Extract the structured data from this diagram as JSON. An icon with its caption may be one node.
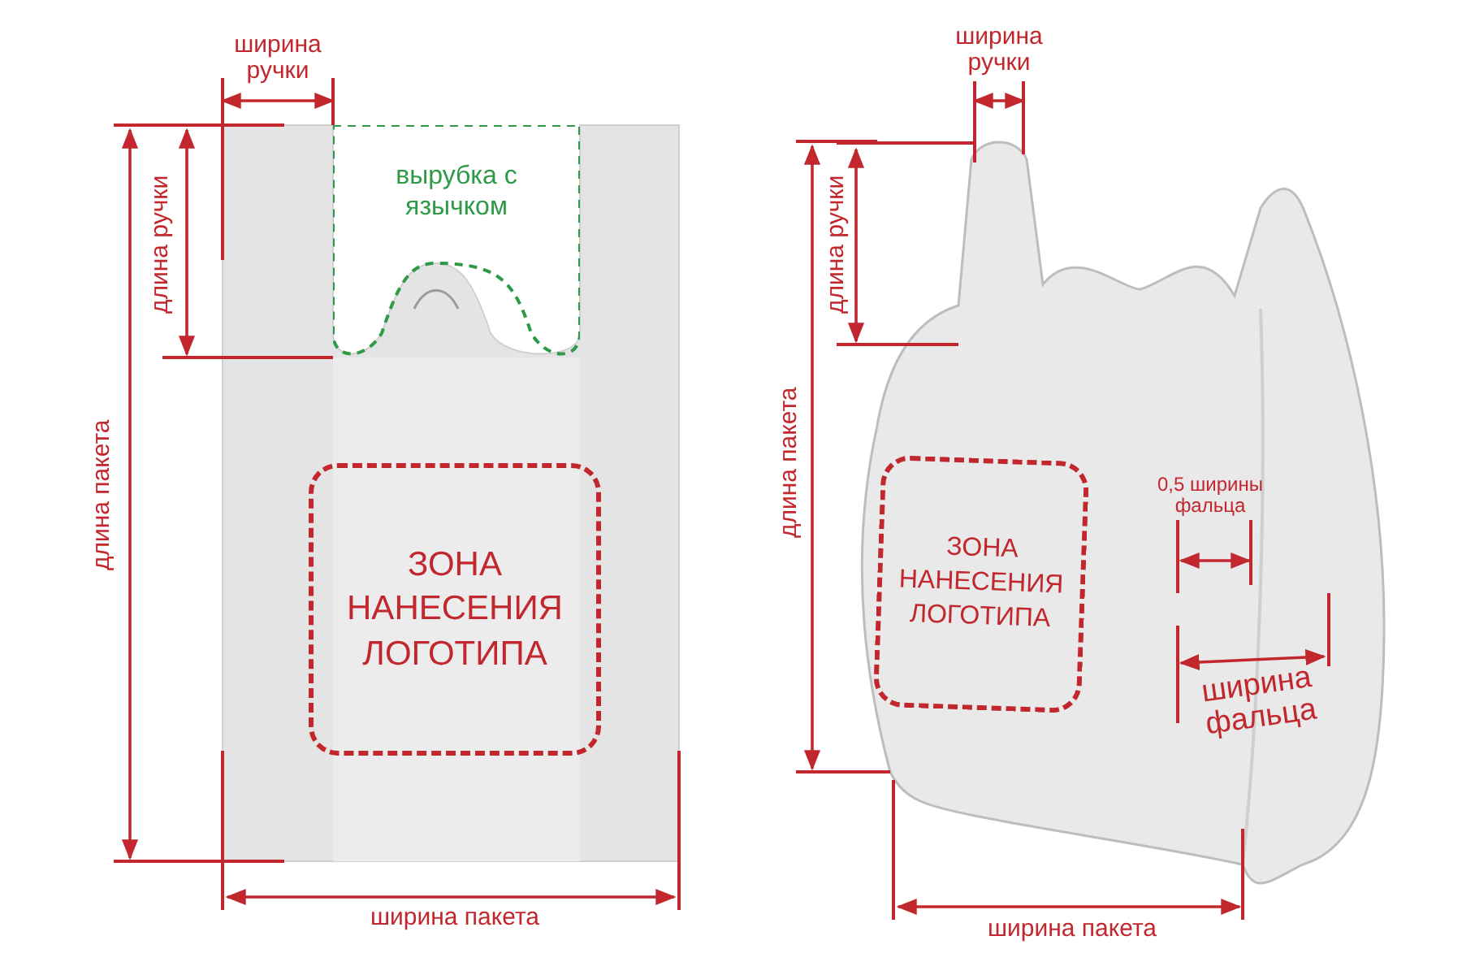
{
  "diagram": {
    "nodes": [
      {
        "text": [
          "вырубка с язычком"
        ]
      },
      {
        "text": [
          "ЗОНА НАНЕСЕНИЯ ЛОГОТИПА"
        ]
      },
      {
        "text": [
          "ЗОНА НАНЕСЕНИЯ ЛОГОТИПА"
        ]
      }
    ],
    "edges": [],
    "labels": [
      "ширина ручки",
      "длина ручки",
      "длина пакета",
      "ширина пакета",
      "ширина ручки",
      "длина ручки",
      "длина пакета",
      "0,5 ширины фальца",
      "ширина фальца",
      "ширина пакета"
    ]
  }
}
